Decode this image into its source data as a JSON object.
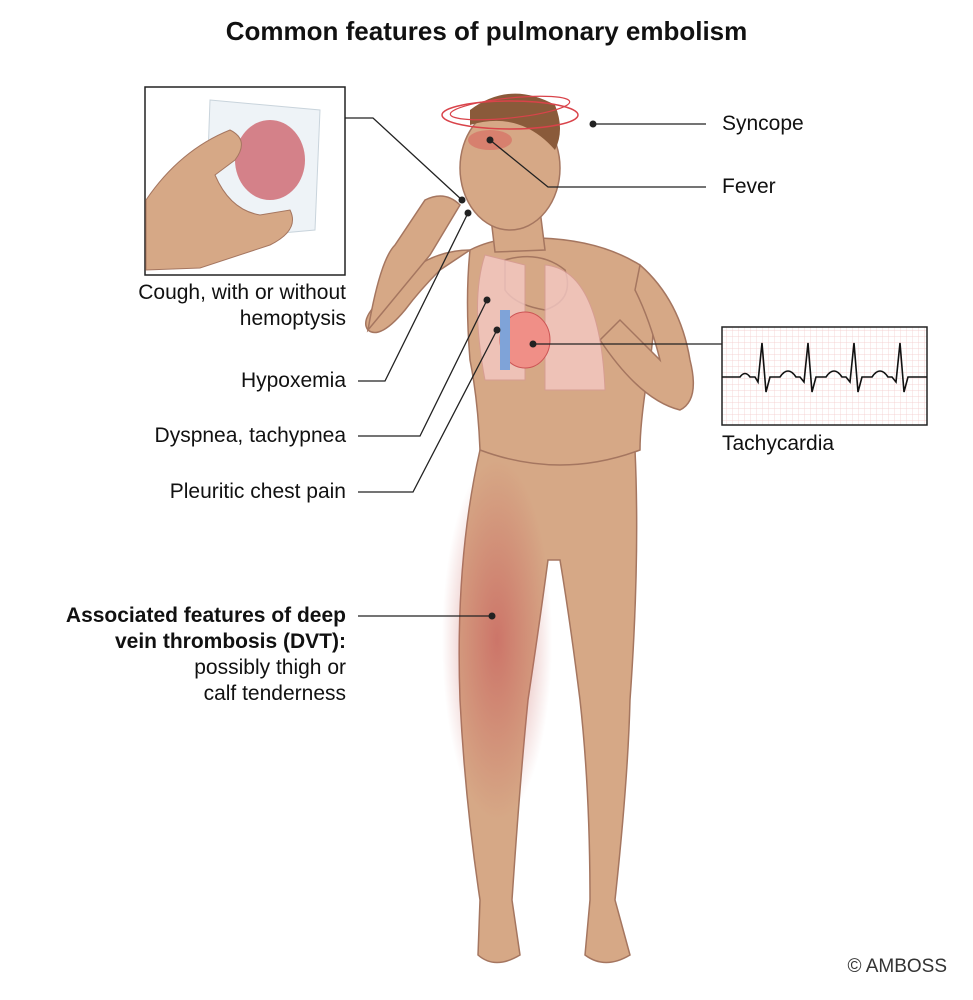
{
  "title": "Common features of pulmonary embolism",
  "labels": {
    "cough_line1": "Cough, with or without",
    "cough_line2": "hemoptysis",
    "hypoxemia": "Hypoxemia",
    "dyspnea": "Dyspnea, tachypnea",
    "pleuritic": "Pleuritic chest pain",
    "dvt_bold1": "Associated features of deep",
    "dvt_bold2": "vein thrombosis (DVT):",
    "dvt_line3": "possibly thigh or",
    "dvt_line4": "calf tenderness",
    "syncope": "Syncope",
    "fever": "Fever",
    "tachycardia": "Tachycardia"
  },
  "copyright": "© AMBOSS",
  "colors": {
    "skin": "#d6a886",
    "outline": "#a57660",
    "redness": "#c9645f",
    "ecg_grid": "#f3c9c9"
  }
}
